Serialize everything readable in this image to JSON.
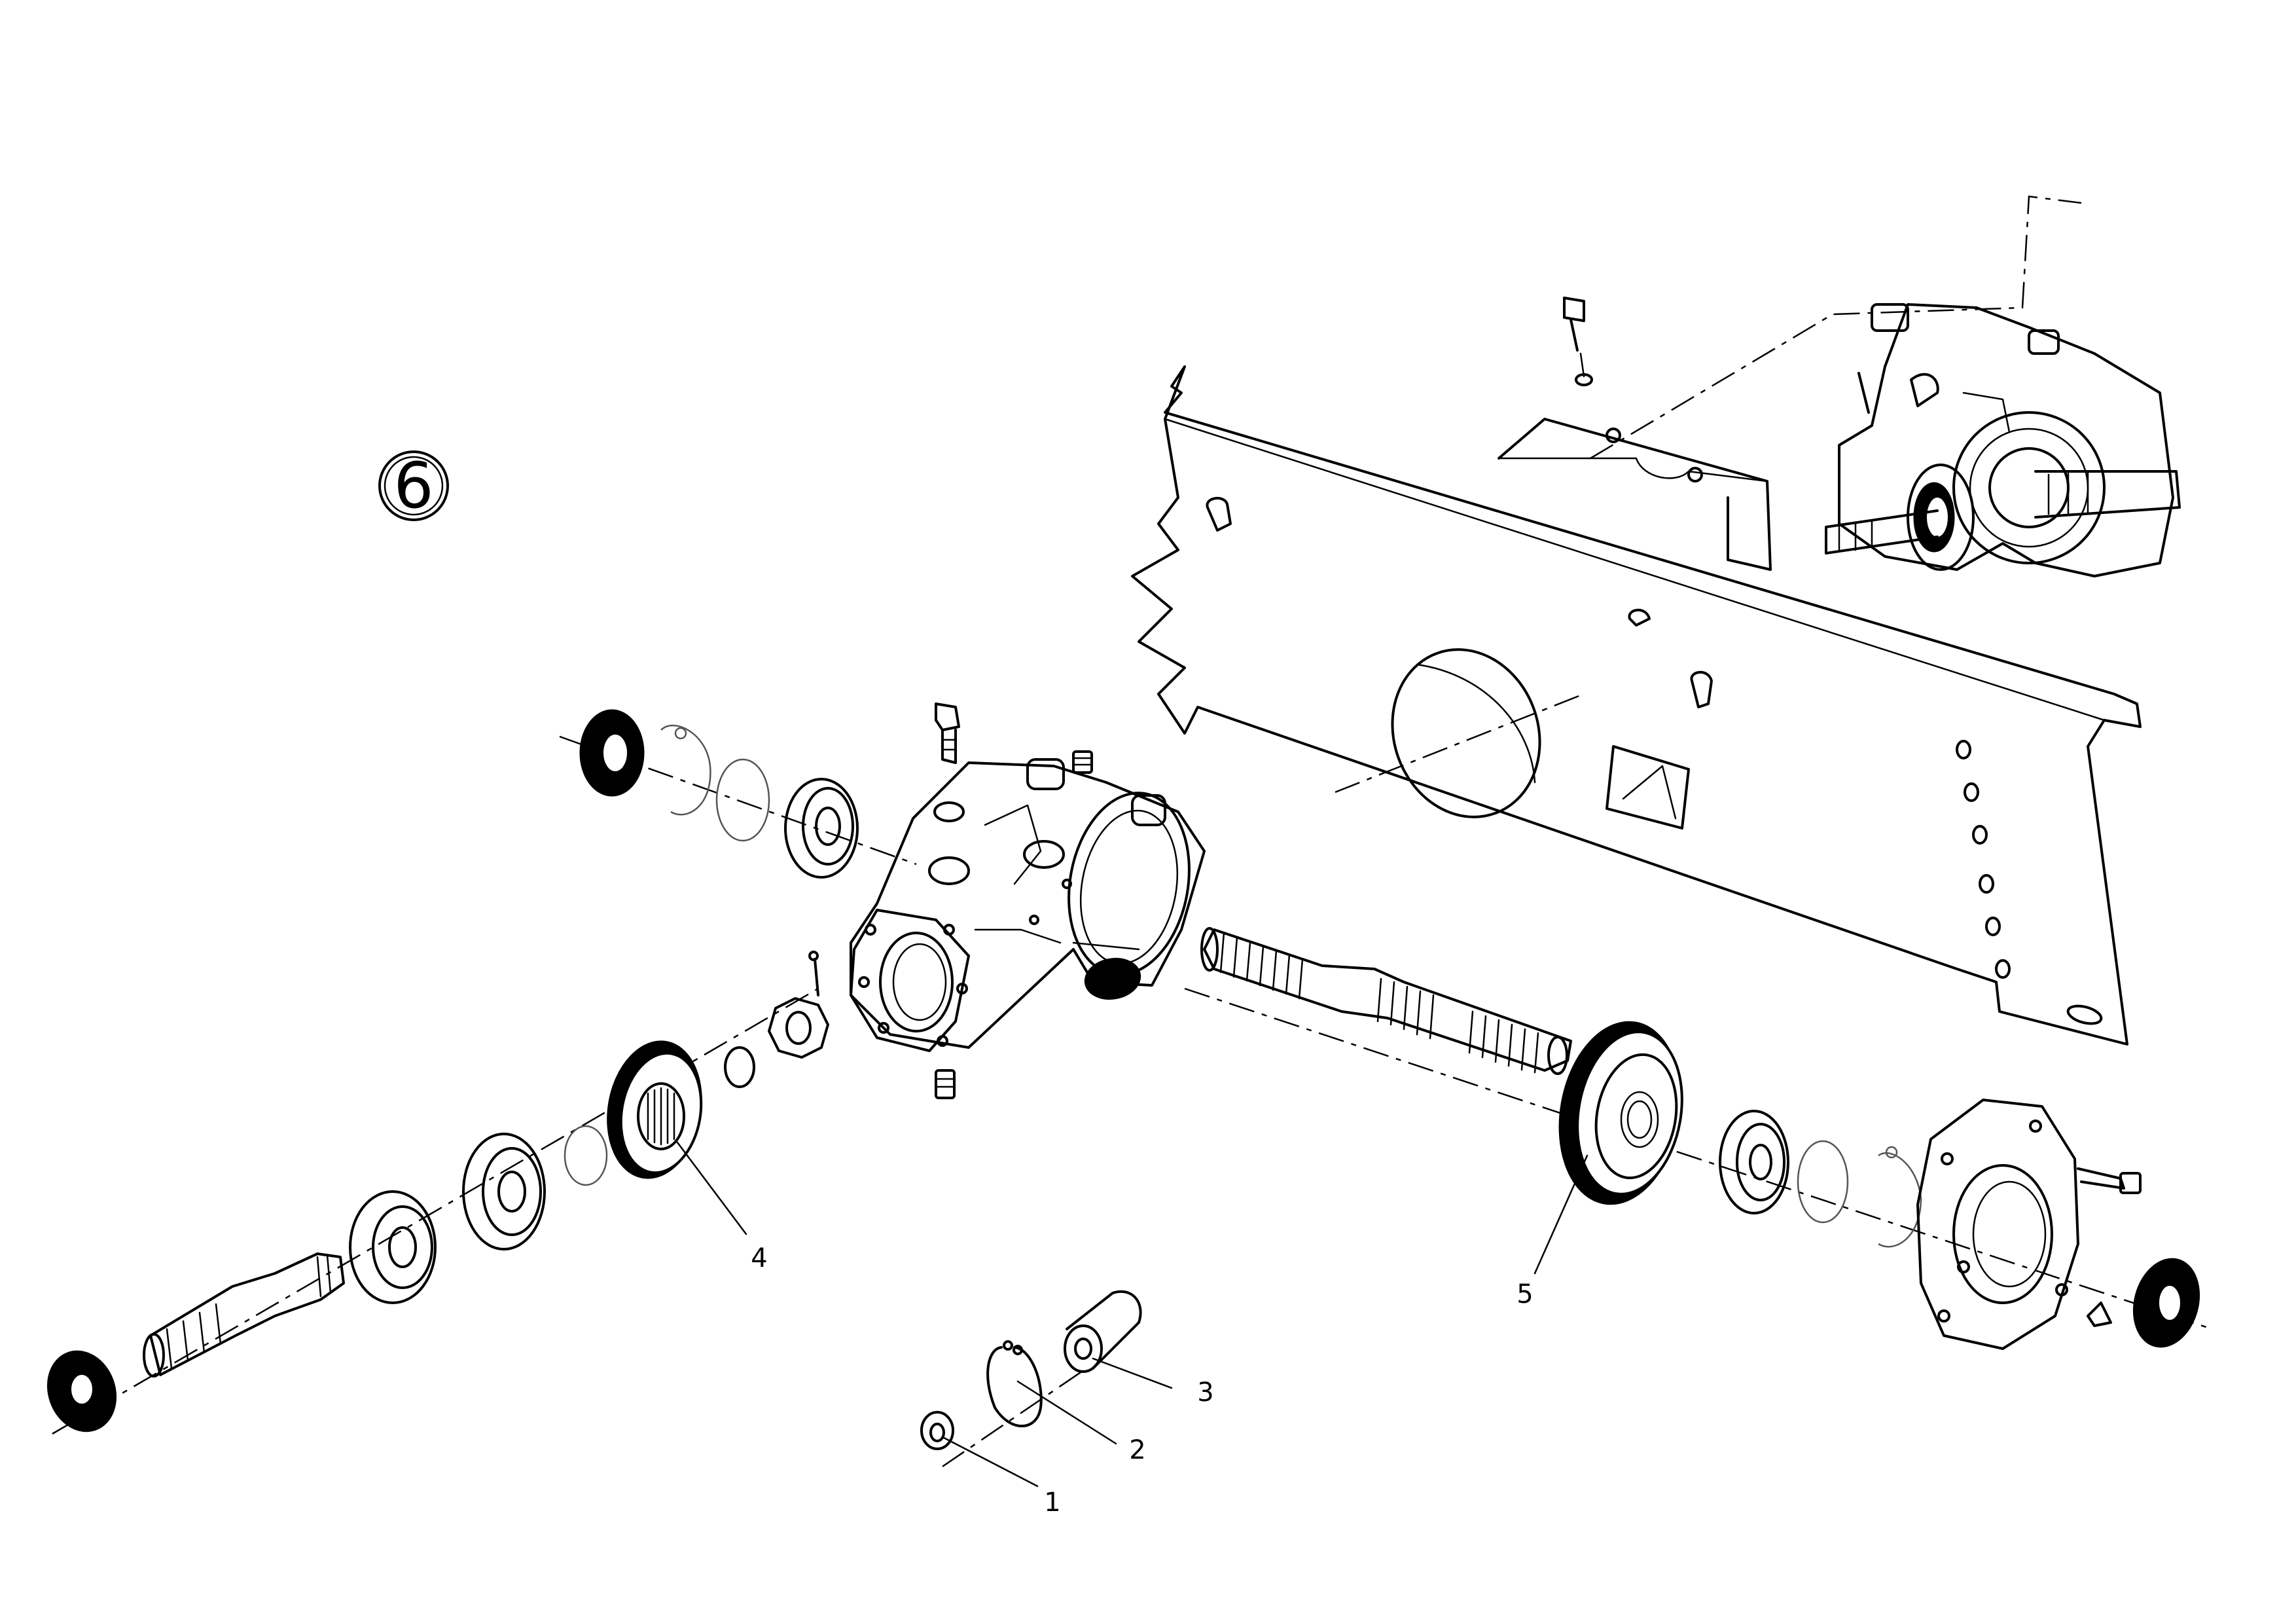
{
  "diagram": {
    "view_number": "6",
    "callouts": [
      {
        "id": "c1",
        "label": "1"
      },
      {
        "id": "c2",
        "label": "2"
      },
      {
        "id": "c3",
        "label": "3"
      },
      {
        "id": "c4",
        "label": "4"
      },
      {
        "id": "c5",
        "label": "5"
      }
    ]
  }
}
